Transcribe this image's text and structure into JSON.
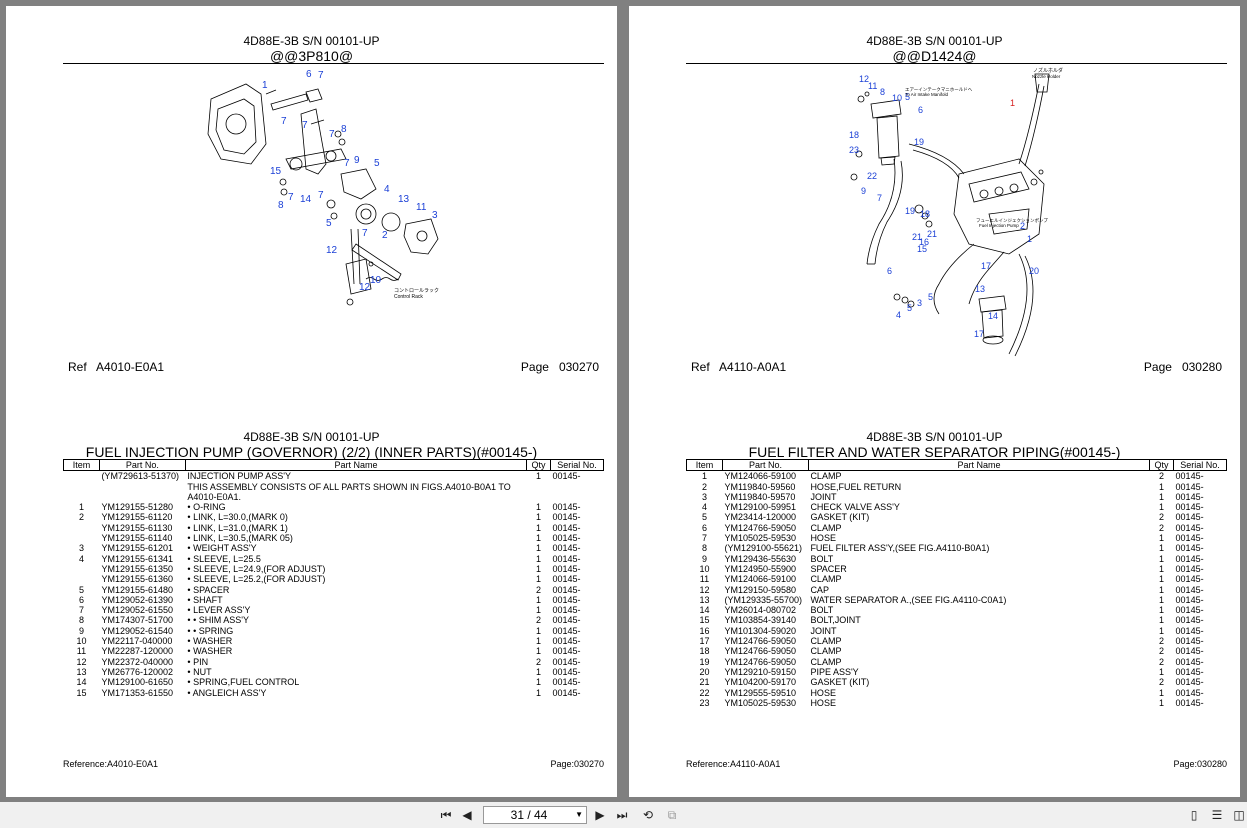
{
  "left_page": {
    "model": "4D88E-3B S/N 00101-UP",
    "illustration_code": "@@3P810@",
    "ref_label": "Ref   A4010-E0A1",
    "page_label": "Page   030270",
    "drawing_note_jp": "コントロールラック",
    "drawing_note_en": "Control Rack",
    "section_model": "4D88E-3B S/N 00101-UP",
    "section_title": "FUEL INJECTION PUMP (GOVERNOR) (2/2) (INNER PARTS)(#00145-)",
    "headers": [
      "Item",
      "Part No.",
      "Part Name",
      "Qty",
      "Serial No."
    ],
    "rows": [
      [
        "",
        "(YM729613-51370)",
        "INJECTION PUMP ASS'Y",
        "1",
        "00145-"
      ],
      [
        "",
        "",
        "THIS ASSEMBLY CONSISTS OF ALL PARTS SHOWN IN FIGS.A4010-B0A1 TO A4010-E0A1.",
        "",
        ""
      ],
      [
        "1",
        "YM129155-51280",
        "• O-RING",
        "1",
        "00145-"
      ],
      [
        "2",
        "YM129155-61120",
        "• LINK, L=30.0,(MARK 0)",
        "1",
        "00145-"
      ],
      [
        "",
        "YM129155-61130",
        "• LINK, L=31.0,(MARK 1)",
        "1",
        "00145-"
      ],
      [
        "",
        "YM129155-61140",
        "• LINK, L=30.5,(MARK 05)",
        "1",
        "00145-"
      ],
      [
        "3",
        "YM129155-61201",
        "• WEIGHT ASS'Y",
        "1",
        "00145-"
      ],
      [
        "4",
        "YM129155-61341",
        "• SLEEVE, L=25.5",
        "1",
        "00145-"
      ],
      [
        "",
        "YM129155-61350",
        "• SLEEVE, L=24.9,(FOR ADJUST)",
        "1",
        "00145-"
      ],
      [
        "",
        "YM129155-61360",
        "• SLEEVE, L=25.2,(FOR ADJUST)",
        "1",
        "00145-"
      ],
      [
        "5",
        "YM129155-61480",
        "• SPACER",
        "2",
        "00145-"
      ],
      [
        "6",
        "YM129052-61390",
        "• SHAFT",
        "1",
        "00145-"
      ],
      [
        "7",
        "YM129052-61550",
        "• LEVER ASS'Y",
        "1",
        "00145-"
      ],
      [
        "8",
        "YM174307-51700",
        "• • SHIM ASS'Y",
        "2",
        "00145-"
      ],
      [
        "9",
        "YM129052-61540",
        "• • SPRING",
        "1",
        "00145-"
      ],
      [
        "10",
        "YM22117-040000",
        "• WASHER",
        "1",
        "00145-"
      ],
      [
        "11",
        "YM22287-120000",
        "• WASHER",
        "1",
        "00145-"
      ],
      [
        "12",
        "YM22372-040000",
        "• PIN",
        "2",
        "00145-"
      ],
      [
        "13",
        "YM26776-120002",
        "• NUT",
        "1",
        "00145-"
      ],
      [
        "14",
        "YM129100-61650",
        "• SPRING,FUEL CONTROL",
        "1",
        "00145-"
      ],
      [
        "15",
        "YM171353-61550",
        "• ANGLEICH ASS'Y",
        "1",
        "00145-"
      ]
    ],
    "footer_ref": "Reference:A4010-E0A1",
    "footer_page": "Page:030270"
  },
  "right_page": {
    "model": "4D88E-3B S/N 00101-UP",
    "illustration_code": "@@D1424@",
    "ref_label": "Ref   A4110-A0A1",
    "page_label": "Page   030280",
    "drawing_note_nozzle_jp": "ノズルホルダ",
    "drawing_note_nozzle_en": "Nozzle Holder",
    "drawing_note_intake_jp": "エアーインテークマニホールドへ",
    "drawing_note_intake_en": "To Air Intake Manifold",
    "drawing_note_pump_jp": "フューエルインジェクションポンプ",
    "drawing_note_pump_en": "Fuel Injection Pump",
    "section_model": "4D88E-3B S/N 00101-UP",
    "section_title": "FUEL FILTER AND WATER SEPARATOR PIPING(#00145-)",
    "headers": [
      "Item",
      "Part No.",
      "Part Name",
      "Qty",
      "Serial No."
    ],
    "rows": [
      [
        "1",
        "YM124066-59100",
        "CLAMP",
        "2",
        "00145-"
      ],
      [
        "2",
        "YM119840-59560",
        "HOSE,FUEL RETURN",
        "1",
        "00145-"
      ],
      [
        "3",
        "YM119840-59570",
        "JOINT",
        "1",
        "00145-"
      ],
      [
        "4",
        "YM129100-59951",
        "CHECK VALVE ASS'Y",
        "1",
        "00145-"
      ],
      [
        "5",
        "YM23414-120000",
        "GASKET (KIT)",
        "2",
        "00145-"
      ],
      [
        "6",
        "YM124766-59050",
        "CLAMP",
        "2",
        "00145-"
      ],
      [
        "7",
        "YM105025-59530",
        "HOSE",
        "1",
        "00145-"
      ],
      [
        "8",
        "(YM129100-55621)",
        "FUEL FILTER ASS'Y,(SEE FIG.A4110-B0A1)",
        "1",
        "00145-"
      ],
      [
        "9",
        "YM129436-55630",
        "BOLT",
        "1",
        "00145-"
      ],
      [
        "10",
        "YM124950-55900",
        "SPACER",
        "1",
        "00145-"
      ],
      [
        "11",
        "YM124066-59100",
        "CLAMP",
        "1",
        "00145-"
      ],
      [
        "12",
        "YM129150-59580",
        "CAP",
        "1",
        "00145-"
      ],
      [
        "13",
        "(YM129335-55700)",
        "WATER SEPARATOR A.,(SEE FIG.A4110-C0A1)",
        "1",
        "00145-"
      ],
      [
        "14",
        "YM26014-080702",
        "BOLT",
        "1",
        "00145-"
      ],
      [
        "15",
        "YM103854-39140",
        "BOLT,JOINT",
        "1",
        "00145-"
      ],
      [
        "16",
        "YM101304-59020",
        "JOINT",
        "1",
        "00145-"
      ],
      [
        "17",
        "YM124766-59050",
        "CLAMP",
        "2",
        "00145-"
      ],
      [
        "18",
        "YM124766-59050",
        "CLAMP",
        "2",
        "00145-"
      ],
      [
        "19",
        "YM124766-59050",
        "CLAMP",
        "2",
        "00145-"
      ],
      [
        "20",
        "YM129210-59150",
        "PIPE ASS'Y",
        "1",
        "00145-"
      ],
      [
        "21",
        "YM104200-59170",
        "GASKET (KIT)",
        "2",
        "00145-"
      ],
      [
        "22",
        "YM129555-59510",
        "HOSE",
        "1",
        "00145-"
      ],
      [
        "23",
        "YM105025-59530",
        "HOSE",
        "1",
        "00145-"
      ]
    ],
    "footer_ref": "Reference:A4110-A0A1",
    "footer_page": "Page:030280"
  },
  "toolbar": {
    "page_indicator": "31 / 44",
    "icons": [
      "first-page-icon",
      "prev-page-icon",
      "next-page-icon",
      "last-page-icon",
      "rotate-page-icon",
      "fit-page-icon",
      "single-page-view-icon",
      "continuous-view-icon",
      "two-page-view-icon"
    ]
  },
  "colors": {
    "background": "#808080",
    "page": "#ffffff",
    "callout": "#1a3fd6",
    "callout_red": "#d62020"
  }
}
